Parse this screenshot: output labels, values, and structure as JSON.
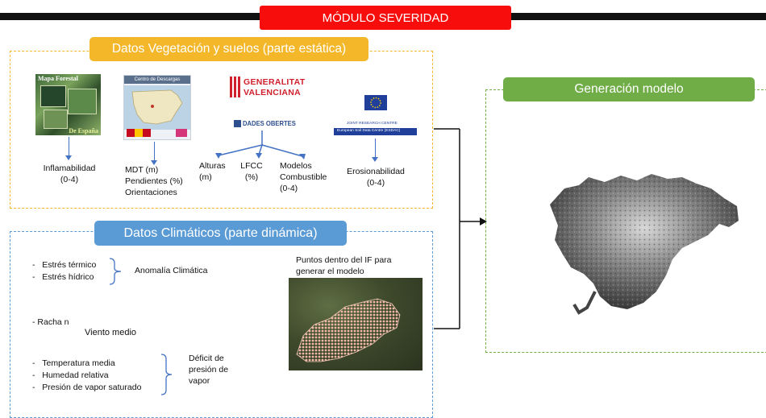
{
  "header": {
    "title": "MÓDULO SEVERIDAD"
  },
  "static_section": {
    "title": "Datos Vegetación y suelos (parte estática)",
    "sources": {
      "mapa_forestal": {
        "top": "Mapa Forestal",
        "bottom": "De España"
      },
      "centro_descargas": "Centro de Descargas",
      "generalitat": [
        "GENERALITAT",
        "VALENCIANA"
      ],
      "dades_obertes": "DADES OBERTES",
      "jrc": [
        "JOINT RESEARCH CENTRE",
        "European Soil Data Centre (ESDAC)"
      ]
    },
    "labels": {
      "inflamabilidad": [
        "Inflamabilidad",
        "(0-4)"
      ],
      "mdt": [
        "MDT (m)",
        "Pendientes (%)",
        "Orientaciones"
      ],
      "alturas": [
        "Alturas",
        "(m)"
      ],
      "lfcc": [
        "LFCC",
        "(%)"
      ],
      "modelos": [
        "Modelos",
        "Combustible",
        "(0-4)"
      ],
      "erosionabilidad": [
        "Erosionabilidad",
        "(0-4)"
      ]
    }
  },
  "dynamic_section": {
    "title": "Datos Climáticos (parte dinámica)",
    "group1": {
      "items": [
        "Estrés térmico",
        "Estrés hídrico"
      ],
      "result": "Anomalía Climática"
    },
    "group2": {
      "item": "- Racha n",
      "result": "Viento medio"
    },
    "group3": {
      "items": [
        "Temperatura media",
        "Humedad relativa",
        "Presión de vapor saturado"
      ],
      "result": [
        "Déficit de",
        "presión de",
        "vapor"
      ]
    },
    "points_caption": [
      "Puntos dentro del IF para",
      "generar el modelo"
    ]
  },
  "model_section": {
    "title": "Generación modelo"
  },
  "colors": {
    "header_red": "#f80d0d",
    "static_yellow": "#f4b72a",
    "dynamic_blue": "#5b9bd5",
    "model_green": "#70ad47",
    "arrow_blue": "#4472c4"
  }
}
